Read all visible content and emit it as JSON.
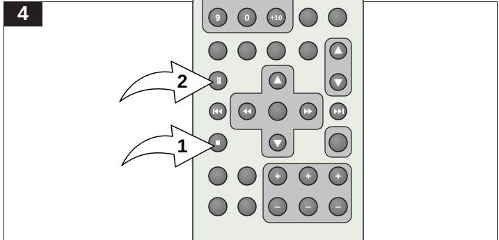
{
  "step_badge": {
    "number": "4"
  },
  "remote": {
    "top_row_labels": [
      "9",
      "0",
      "+10"
    ],
    "volume_labels": {
      "plus": "+",
      "minus": "–"
    },
    "icons": {
      "up": "triangle-up-icon",
      "down": "triangle-down-icon",
      "skip_back": "skip-back-icon",
      "rewind": "rewind-icon",
      "fast_forward": "fast-forward-icon",
      "skip_forward": "skip-forward-icon",
      "play_pause": "play-pause-icon",
      "stop": "stop-icon"
    }
  },
  "callouts": [
    {
      "number": "2",
      "target": "play-pause-button"
    },
    {
      "number": "1",
      "target": "stop-button"
    }
  ],
  "colors": {
    "remote_body": "#e7ece4",
    "panel": "#c4c4c4",
    "button": "#808080",
    "badge": "#231f20"
  }
}
